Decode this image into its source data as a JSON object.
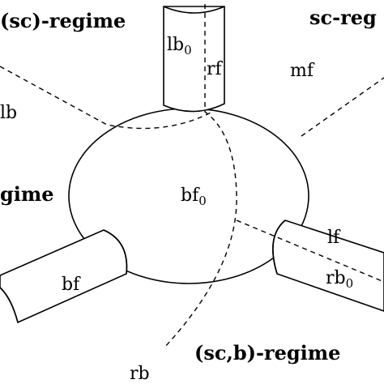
{
  "regimes": {
    "top_left": "(sc)-regime",
    "top_right": "sc-reg",
    "left": "gime",
    "bottom_right": "(sc,b)-regime"
  },
  "faces": {
    "bf0": "bf",
    "bf0_sub": "0",
    "lb0": "lb",
    "lb0_sub": "0",
    "rb0": "rb",
    "rb0_sub": "0",
    "rf": "rf",
    "mf": "mf",
    "lb_left": "lb",
    "lf": "lf",
    "bf": "bf",
    "rb": "rb"
  }
}
